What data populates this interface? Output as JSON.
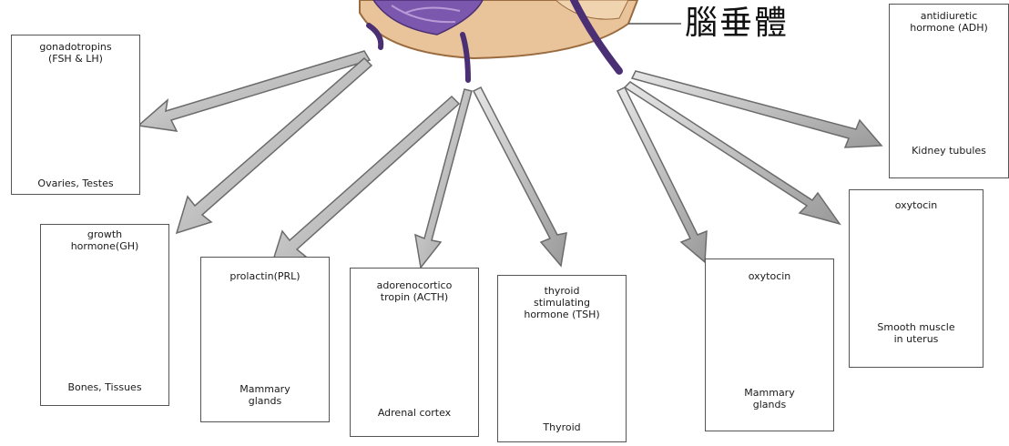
{
  "gland_label": "腦垂體",
  "boxes": {
    "gonadotropins": {
      "hormone": "gonadotropins\n(FSH & LH)",
      "target": "Ovaries, Testes"
    },
    "growth": {
      "hormone": "growth\nhormone(GH)",
      "target": "Bones, Tissues"
    },
    "prolactin": {
      "hormone": "prolactin(PRL)",
      "target": "Mammary\nglands"
    },
    "acth": {
      "hormone": "adorenocortico\ntropin (ACTH)",
      "target": "Adrenal cortex"
    },
    "tsh": {
      "hormone": "thyroid\nstimulating\nhormone (TSH)",
      "target": "Thyroid"
    },
    "oxytocin_mammary": {
      "hormone": "oxytocin",
      "target": "Mammary\nglands"
    },
    "oxytocin_uterus": {
      "hormone": "oxytocin",
      "target": "Smooth muscle\nin uterus"
    },
    "adh": {
      "hormone": "antidiuretic\nhormone (ADH)",
      "target": "Kidney tubules"
    }
  },
  "colors": {
    "arrow_fill": "#c9c9c9",
    "arrow_stroke": "#6b6b6b",
    "gland_purple": "#6a4a9c",
    "gland_tissue": "#e9c39a",
    "organ_red": "#a3252e"
  }
}
